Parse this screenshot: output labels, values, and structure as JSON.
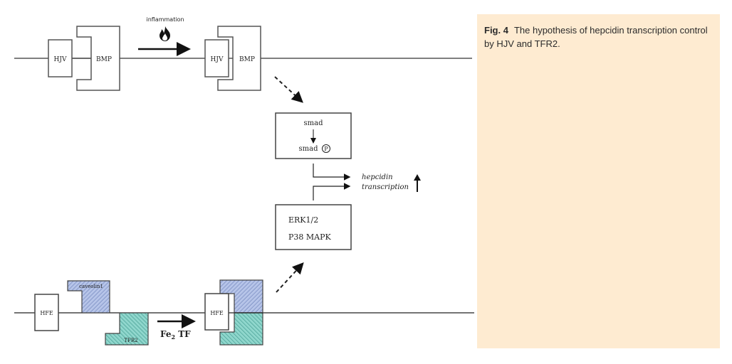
{
  "figure": {
    "top_pathway": {
      "left_complex": {
        "hjv_label": "HJV",
        "bmp_label": "BMP"
      },
      "stimulus_label": "inflammation",
      "stimulus_icon": "flame-icon",
      "right_complex": {
        "hjv_label": "HJV",
        "bmp_label": "BMP"
      }
    },
    "smad_box": {
      "line1": "smad",
      "line2": "smad",
      "phospho_symbol": "P"
    },
    "output": {
      "line1": "hepcidin",
      "line2": "transcription",
      "direction_icon": "up-arrow-icon"
    },
    "mapk_box": {
      "line1": "ERK1/2",
      "line2": "P38 MAPK"
    },
    "bottom_pathway": {
      "left_complex": {
        "hfe_label": "HFE",
        "caveolin_label": "caveolin1",
        "tfr2_label": "TFR2"
      },
      "stimulus_label_main": "Fe",
      "stimulus_label_sub": "2",
      "stimulus_label_tail": " TF",
      "right_complex": {
        "hfe_label": "HFE"
      }
    },
    "colors": {
      "caveolin": "#b6c4e8",
      "tfr2": "#8fd6cc",
      "line": "#333333"
    }
  },
  "caption": {
    "label": "Fig. 4",
    "text": "The hypothesis of hepcidin transcription control by HJV and TFR2."
  }
}
